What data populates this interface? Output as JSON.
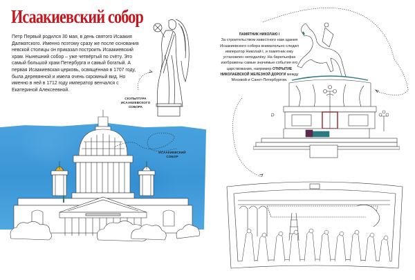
{
  "left_page": {
    "title": "Исаакиевский собор",
    "title_color": "#c4161c",
    "intro_text": "Петр Первый родился 30 мая, в день святого Исаакия Далматского. Именно поэтому сразу же после основания невской столицы он приказал построить Исаакиевский храм. Нынешний собор – уже четвёртый по счёту. Это самый большой храм Петербурга и самый богатый. А первая Исаакиевская церковь, освящённая в 1707 году, была деревянной и имела очень скромный вид. Но именно в ней в 1712 году император венчался с Екатериной Алексеевной.",
    "caption_sculpture": "Скульптура Исаакиевского собора",
    "caption_cathedral": "Исаакиевский собор",
    "watercolor_color": "#3a95d6",
    "dome_accent_color": "#e8b820"
  },
  "right_page": {
    "monument_title": "Памятник Николаю I",
    "monument_text_before": "За строительством известного нам здания Исаакиевского собора внимательно следил император Николай I, и памятник ему установлен неподалёку. На барельефах изображены самые значимые события его царствования, например ",
    "monument_text_bold": "открытие Николаевской железной дороги",
    "monument_text_after": " между Москвой и Санкт-Петербургом.",
    "accent_teal": "#2a7a80",
    "accent_red": "#9a1f24"
  }
}
